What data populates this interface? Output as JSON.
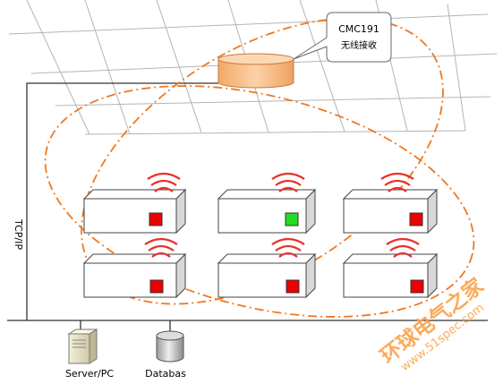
{
  "receiver": {
    "callout_model": "CMC191",
    "callout_desc": "无线接收"
  },
  "network": {
    "bus_label": "TCP/IP",
    "server_label": "Server/PC",
    "database_label": "Databas"
  },
  "devices": [
    {
      "status": "red"
    },
    {
      "status": "green"
    },
    {
      "status": "red"
    },
    {
      "status": "red"
    },
    {
      "status": "red"
    },
    {
      "status": "red"
    }
  ],
  "watermark": {
    "line1": "环球电气之家",
    "line2": "www.51spec.com"
  },
  "colors": {
    "status_red": "#ee0000",
    "status_green": "#22dd22",
    "signal": "#e8302a",
    "orbit": "#f07820",
    "receiver_fill": "#f6b77e"
  }
}
